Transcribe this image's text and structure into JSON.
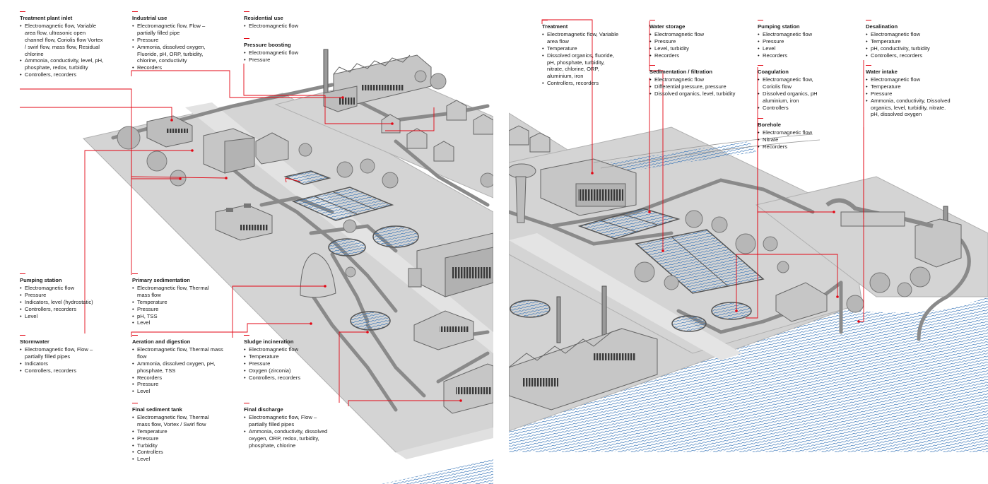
{
  "colors": {
    "accent": "#e30613",
    "road": "#cfcfcf",
    "pipe": "#808080",
    "building": "#9a9a9a",
    "water": "#2f6fb5",
    "tree": "#a9a9a9"
  },
  "left_labels": [
    {
      "title": "Treatment plant inlet",
      "items": [
        "Electromagnetic flow, Variable area flow, ultrasonic open channel flow, Coriolis flow Vortex / swirl flow, mass flow, Residual chlorine",
        "Ammonia, conductivity, level, pH, phosphate, redox, turbidity",
        "Controllers, recorders"
      ]
    },
    {
      "title": "Industrial use",
      "items": [
        "Electromagnetic flow, Flow – partially filled pipe",
        "Pressure",
        "Ammonia, dissolved oxygen, Fluoride, pH, ORP, turbidity, chlorine, conductivity",
        "Recorders"
      ]
    },
    {
      "title": "Residential use",
      "items": [
        "Electromagnetic flow"
      ]
    },
    {
      "title": "Pressure boosting",
      "items": [
        "Electromagnetic flow",
        "Pressure"
      ]
    },
    {
      "title": "Pumping station",
      "items": [
        "Electromagnetic flow",
        "Pressure",
        "Indicators, level (hydrostatic)",
        "Controllers, recorders",
        "Level"
      ]
    },
    {
      "title": "Primary sedimentation",
      "items": [
        "Electromagnetic flow, Thermal mass flow",
        "Temperature",
        "Pressure",
        "pH, TSS",
        "Level"
      ]
    },
    {
      "title": "Stormwater",
      "items": [
        "Electromagnetic flow, Flow – partially filled pipes",
        "Indicators",
        "Controllers, recorders"
      ]
    },
    {
      "title": "Aeration and digestion",
      "items": [
        "Electromagnetic flow, Thermal mass flow",
        "Ammonia, dissolved oxygen, pH, phosphate, TSS",
        "Recorders",
        "Pressure",
        "Level"
      ]
    },
    {
      "title": "Sludge incineration",
      "items": [
        "Electromagnetic flow",
        "Temperature",
        "Pressure",
        "Oxygen (zirconia)",
        "Controllers, recorders"
      ]
    },
    {
      "title": "Final sediment tank",
      "items": [
        "Electromagnetic flow, Thermal mass flow, Vortex / Swirl flow",
        "Temperature",
        "Pressure",
        "Turbidity",
        "Controllers",
        "Level"
      ]
    },
    {
      "title": "Final discharge",
      "items": [
        "Electromagnetic flow, Flow – partially filled pipes",
        "Ammonia, conductivity, dissolved oxygen, ORP, redox, turbidity, phosphate, chlorine"
      ]
    }
  ],
  "right_labels": [
    {
      "title": "Treatment",
      "items": [
        "Electromagnetic flow, Variable area flow",
        "Temperature",
        "Dissolved organics, fluoride, pH, phosphate, turbidity, nitrate, chlorine, ORP, aluminium, iron",
        "Controllers, recorders"
      ]
    },
    {
      "title": "Water storage",
      "items": [
        "Electromagnetic flow",
        "Pressure",
        "Level, turbidity",
        "Recorders"
      ]
    },
    {
      "title": "Sedimentation / filtration",
      "items": [
        "Electromagnetic flow",
        "Differential pressure, pressure",
        "Dissolved organics, level, turbidity"
      ]
    },
    {
      "title": "Pumping station",
      "items": [
        "Electromagnetic flow",
        "Pressure",
        "Level",
        "Recorders"
      ]
    },
    {
      "title": "Coagulation",
      "items": [
        "Electromagnetic flow, Coriolis flow",
        "Dissolved organics, pH aluminium, iron",
        "Controllers"
      ]
    },
    {
      "title": "Borehole",
      "items": [
        "Electromagnetic flow",
        "Nitrate",
        "Recorders"
      ]
    },
    {
      "title": "Desalination",
      "items": [
        "Electromagnetic flow",
        "Temperature",
        "pH, conductivity, turbidity",
        "Controllers, recorders"
      ]
    },
    {
      "title": "Water intake",
      "items": [
        "Electromagnetic flow",
        "Temperature",
        "Pressure",
        "Ammonia, conductivity, Dissolved organics, level, turbidity, nitrate. pH, dissolved oxygen"
      ]
    }
  ]
}
